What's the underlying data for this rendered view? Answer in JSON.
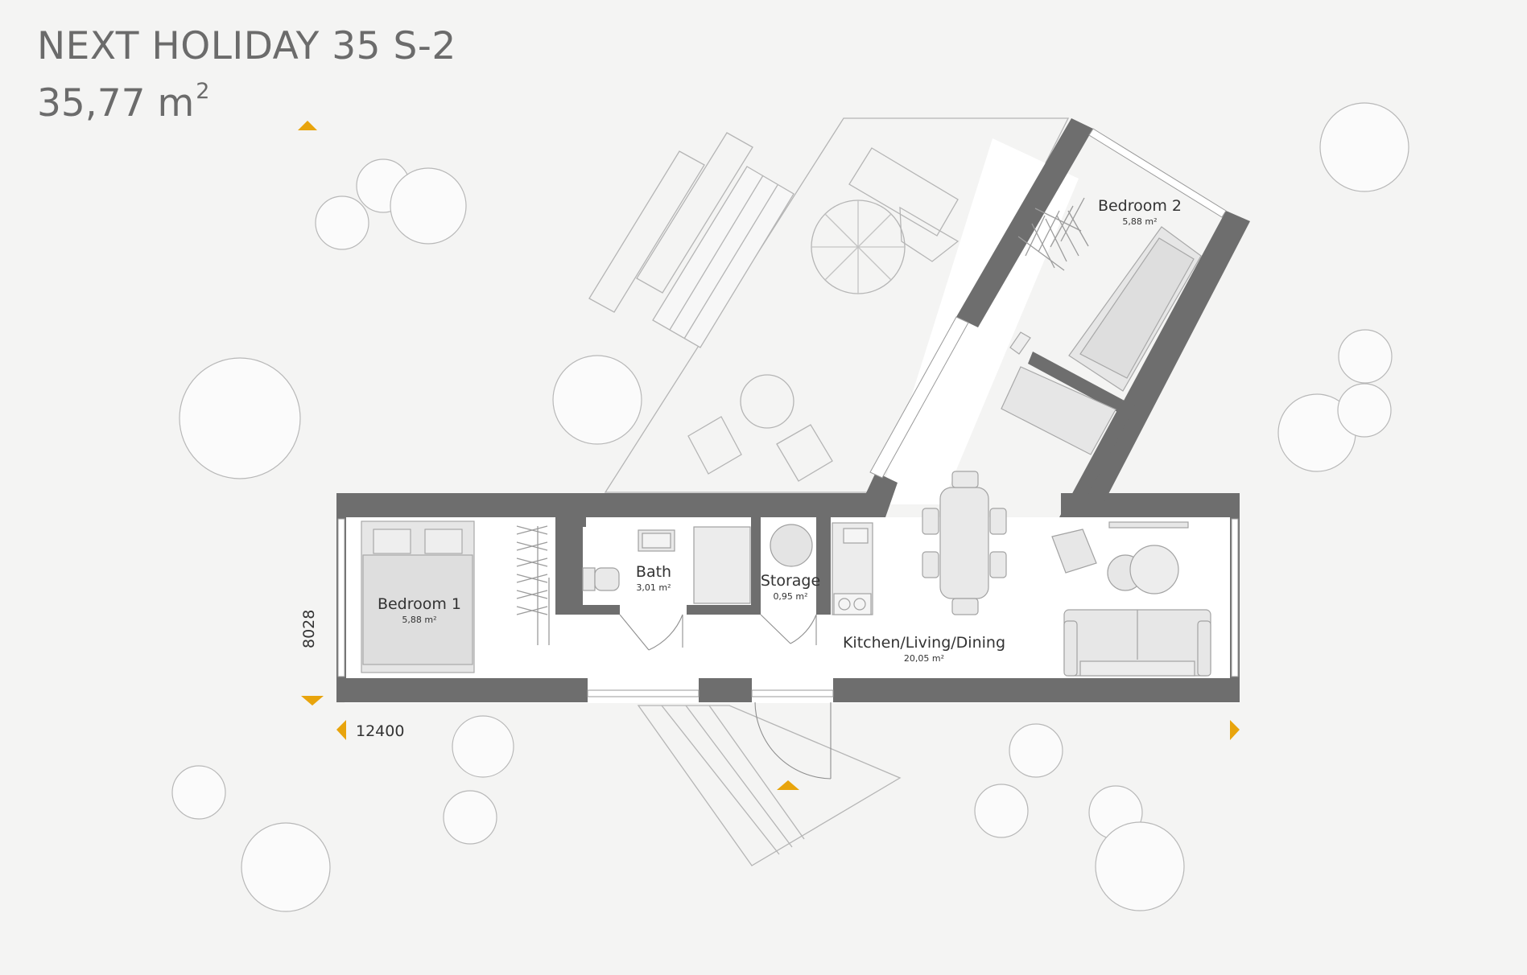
{
  "header": {
    "title": "NEXT HOLIDAY 35 S-2",
    "area_value": "35,77 m",
    "area_sup": "2"
  },
  "rooms": {
    "bedroom1": {
      "name": "Bedroom 1",
      "area": "5,88 m²"
    },
    "bedroom2": {
      "name": "Bedroom 2",
      "area": "5,88 m²"
    },
    "bath": {
      "name": "Bath",
      "area": "3,01 m²"
    },
    "storage": {
      "name": "Storage",
      "area": "0,95 m²"
    },
    "kitchen": {
      "name": "Kitchen/Living/Dining",
      "area": "20,05 m²"
    }
  },
  "dimensions": {
    "width": "12400",
    "height": "8028"
  },
  "colors": {
    "wall": "#6e6e6e",
    "line": "#b3b3b3",
    "furniture": "#e6e6e6",
    "marker": "#e8a40c",
    "background": "#f4f4f3"
  }
}
